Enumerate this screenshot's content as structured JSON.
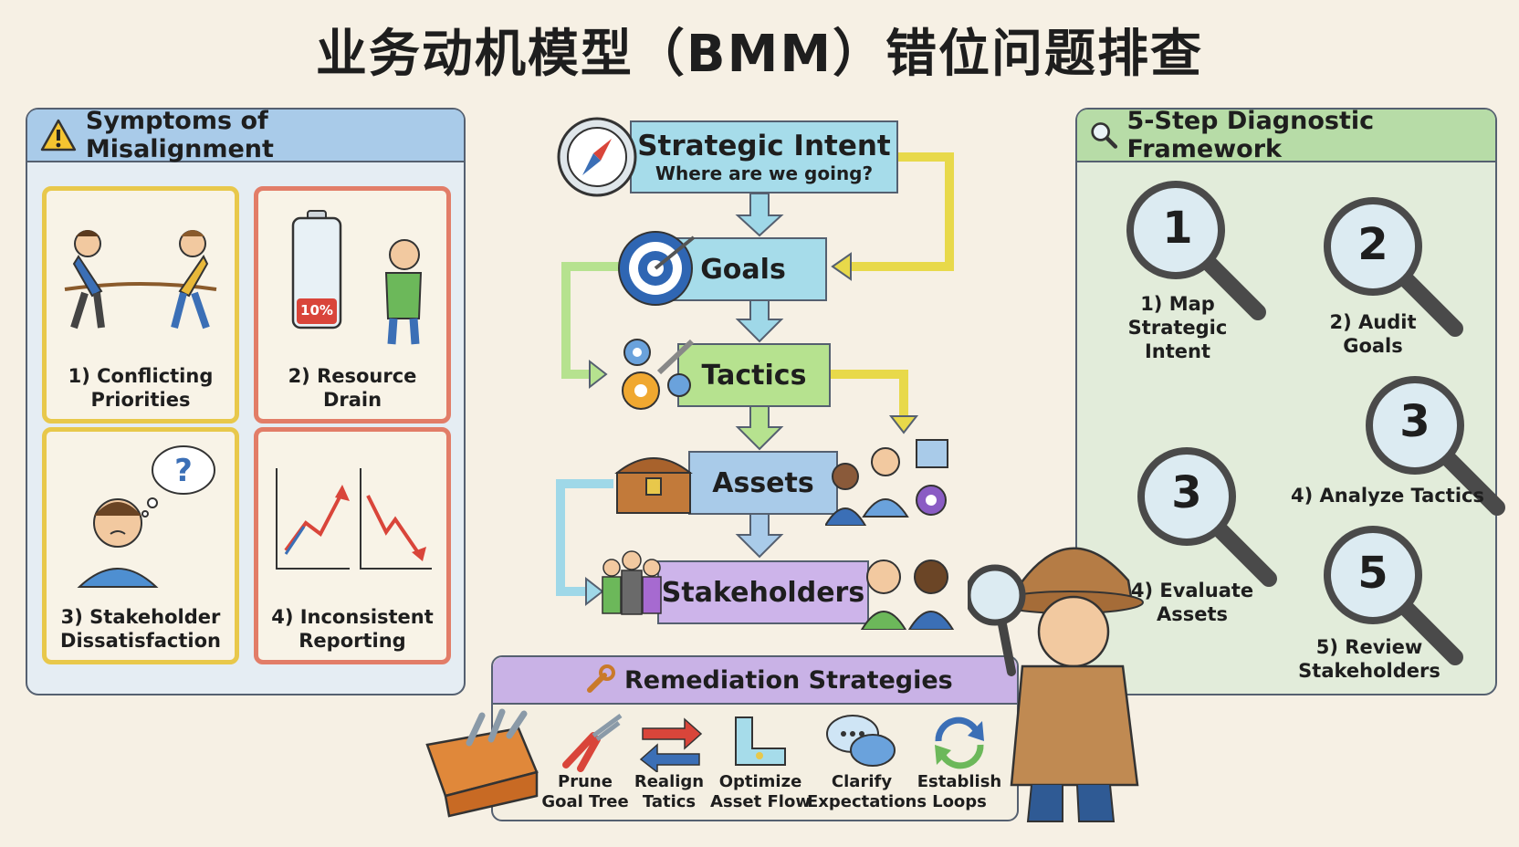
{
  "title": "业务动机模型（BMM）错位问题排查",
  "symptoms": {
    "header": "Symptoms of Misalignment",
    "cards": [
      {
        "label": "1) Conflicting\nPriorities"
      },
      {
        "label": "2) Resource\nDrain",
        "battery": "10%"
      },
      {
        "label": "3) Stakeholder\nDissatisfaction"
      },
      {
        "label": "4) Inconsistent\nReporting"
      }
    ]
  },
  "flow": {
    "strategic_intent": {
      "title": "Strategic Intent",
      "subtitle": "Where are we going?"
    },
    "goals": "Goals",
    "tactics": "Tactics",
    "assets": "Assets",
    "stakeholders": "Stakeholders"
  },
  "framework": {
    "header": "5-Step Diagnostic Framework",
    "steps": [
      {
        "num": "1",
        "label": "1) Map\nStrategic\nIntent"
      },
      {
        "num": "2",
        "label": "2) Audit\nGoals"
      },
      {
        "num": "3",
        "label": "4) Analyze Tactics"
      },
      {
        "num": "3",
        "label": "4) Evaluate\nAssets"
      },
      {
        "num": "5",
        "label": "5) Review\nStakeholders"
      }
    ]
  },
  "remediation": {
    "header": "Remediation Strategies",
    "items": [
      {
        "label": "Prune\nGoal Tree"
      },
      {
        "label": "Realign\nTatics"
      },
      {
        "label": "Optimize\nAsset Flow"
      },
      {
        "label": "Clarify\nExpectations"
      },
      {
        "label": "Establish\nLoops"
      }
    ]
  },
  "colors": {
    "symptoms_header": "#a9cbe9",
    "framework_header": "#b7dca7",
    "remediation_header": "#c9b2e6",
    "strategic_box": "#a6dcea",
    "goals_box": "#a6dcea",
    "tactics_box": "#b6e28f",
    "assets_box": "#a9cbe9",
    "stakeholders_box": "#cdb4ea"
  }
}
